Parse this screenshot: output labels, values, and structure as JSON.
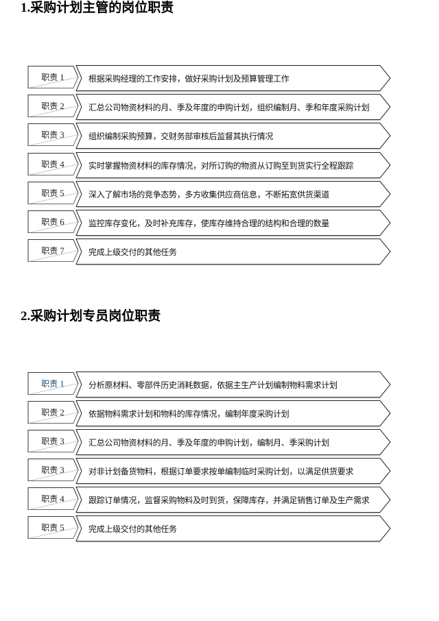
{
  "sections": [
    {
      "title": "1.采购计划主管的岗位职责",
      "items": [
        {
          "label": "职责",
          "num": "1",
          "text": "根据采购经理的工作安排，做好采购计划及预算管理工作"
        },
        {
          "label": "职责",
          "num": "2",
          "text": "汇总公司物资材料的月、季及年度的申购计划，组织编制月、季和年度采购计划"
        },
        {
          "label": "职责",
          "num": "3",
          "text": "组织编制采购预算，交财务部审核后监督其执行情况"
        },
        {
          "label": "职责",
          "num": "4",
          "text": "实时掌握物资材料的库存情况，对所订购的物资从订购至到货实行全程跟踪"
        },
        {
          "label": "职责",
          "num": "5",
          "text": "深入了解市场的竞争态势，多方收集供应商信息，不断拓宽供货渠道"
        },
        {
          "label": "职责",
          "num": "6",
          "text": "监控库存变化，及时补充库存，使库存维持合理的结构和合理的数量"
        },
        {
          "label": "职责",
          "num": "7",
          "text": "完成上级交付的其他任务"
        }
      ]
    },
    {
      "title": "2.采购计划专员岗位职责",
      "items": [
        {
          "label": "职责",
          "num": "1",
          "text": "分析原材料、零部件历史消耗数据，依据主生产计划编制物料需求计划",
          "highlight_color": "#1f4e79"
        },
        {
          "label": "职责",
          "num": "2",
          "text": "依据物料需求计划和物料的库存情况，编制年度采购计划"
        },
        {
          "label": "职责",
          "num": "3",
          "text": "汇总公司物资材料的月、季及年度的申购计划，编制月、季采购计划"
        },
        {
          "label": "职责",
          "num": "3",
          "text": "对非计划备货物料，根据订单要求按单编制临时采购计划，以满足供货要求"
        },
        {
          "label": "职责",
          "num": "4",
          "text": "跟踪订单情况，监督采购物料及时到货，保障库存，并满足销售订单及生产需求"
        },
        {
          "label": "职责",
          "num": "5",
          "text": "完成上级交付的其他任务"
        }
      ]
    }
  ]
}
